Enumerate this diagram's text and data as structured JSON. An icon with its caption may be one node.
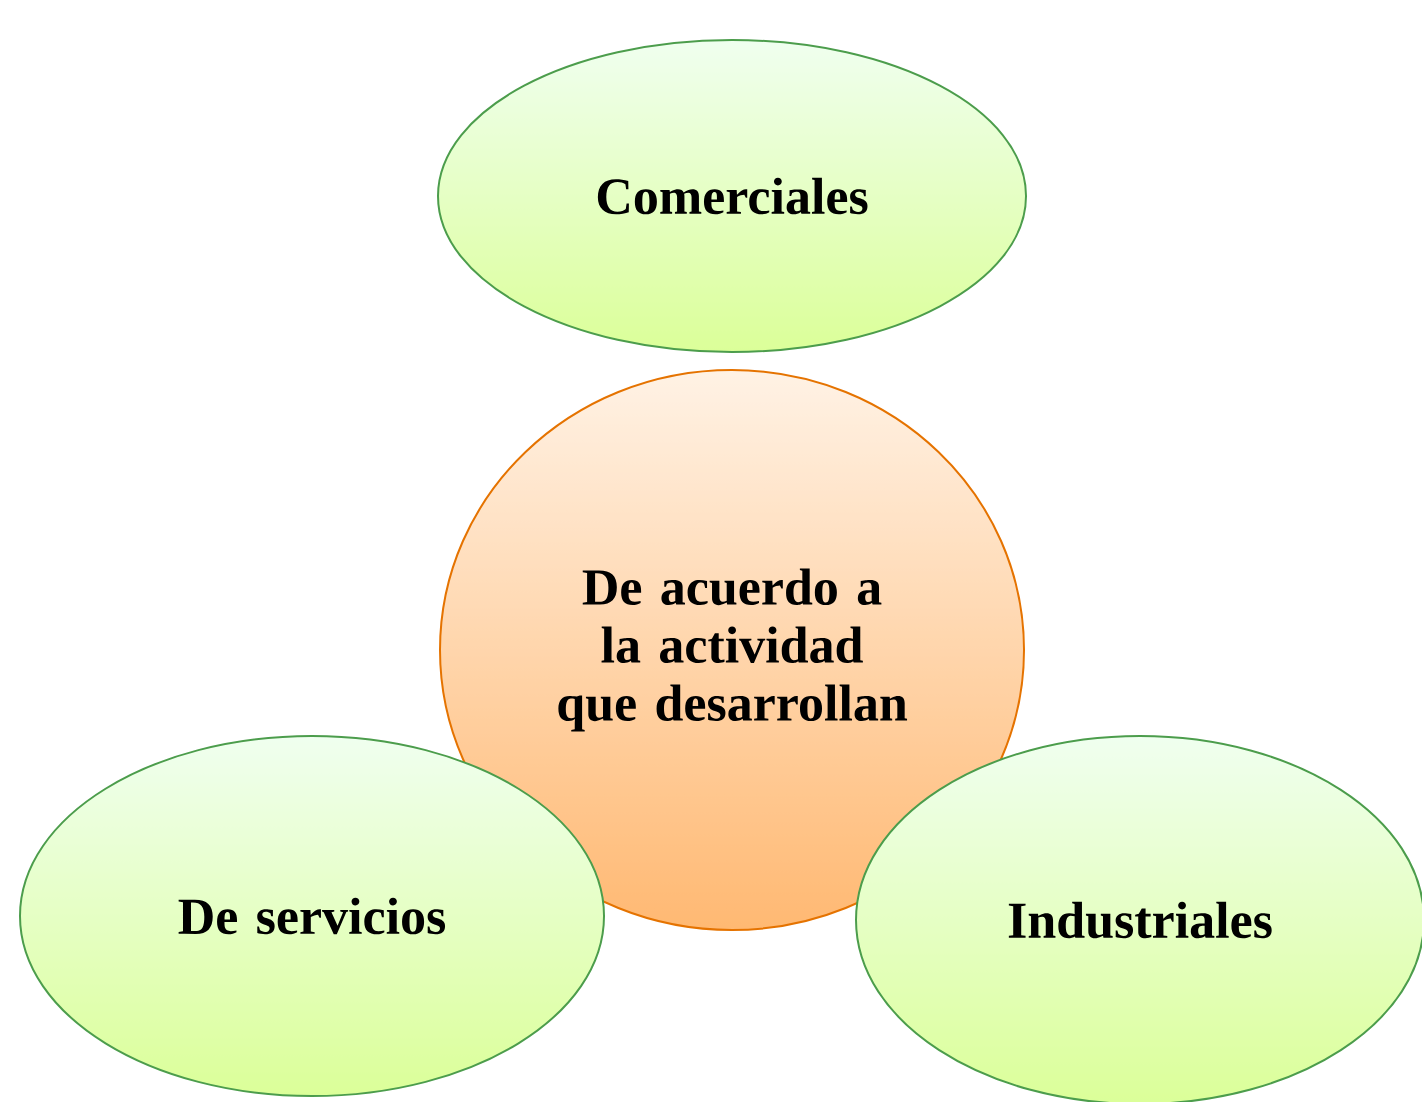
{
  "diagram": {
    "nodes": [
      {
        "text": [
          "Comerciales"
        ]
      },
      {
        "text": [
          "De acuerdo a la actividad que desarrollan"
        ]
      },
      {
        "text": [
          "De servicios"
        ]
      },
      {
        "text": [
          "Industriales"
        ]
      }
    ]
  }
}
